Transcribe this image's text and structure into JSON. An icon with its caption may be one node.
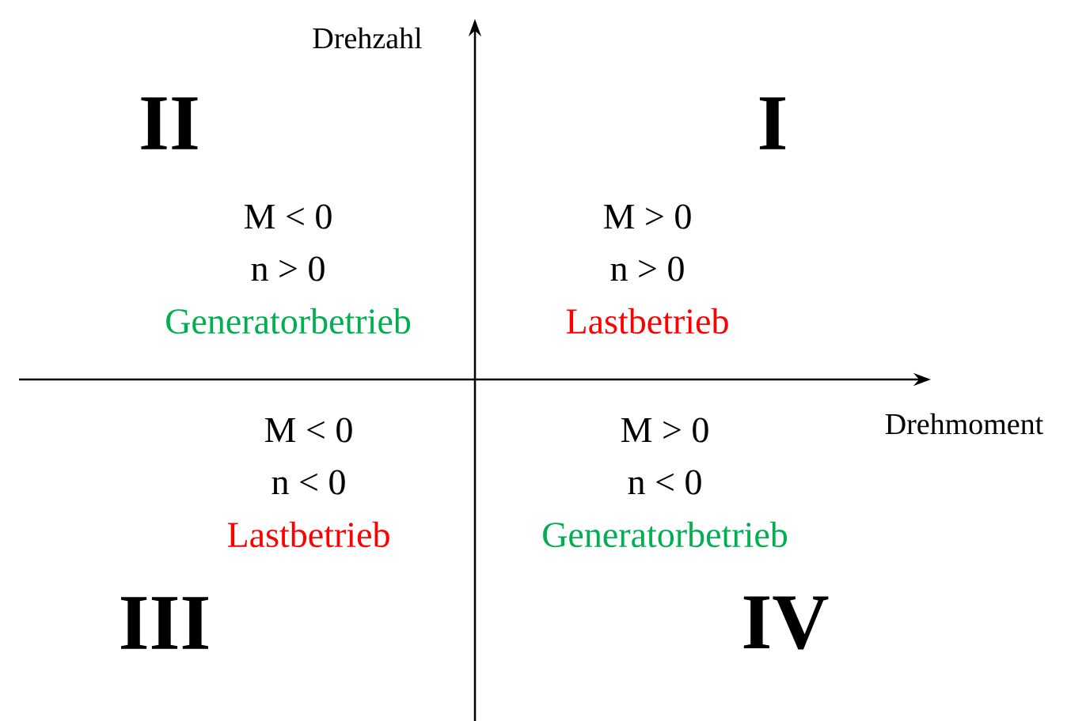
{
  "diagram": {
    "labels": [
      "Drehzahl",
      "II",
      "I",
      "M < 0",
      "n > 0",
      "Generatorbetrieb",
      "M > 0",
      "n > 0",
      "Lastbetrieb",
      "Drehmoment",
      "M < 0",
      "n < 0",
      "Lastbetrieb",
      "M > 0",
      "n < 0",
      "Generatorbetrieb",
      "III",
      "IV"
    ]
  }
}
